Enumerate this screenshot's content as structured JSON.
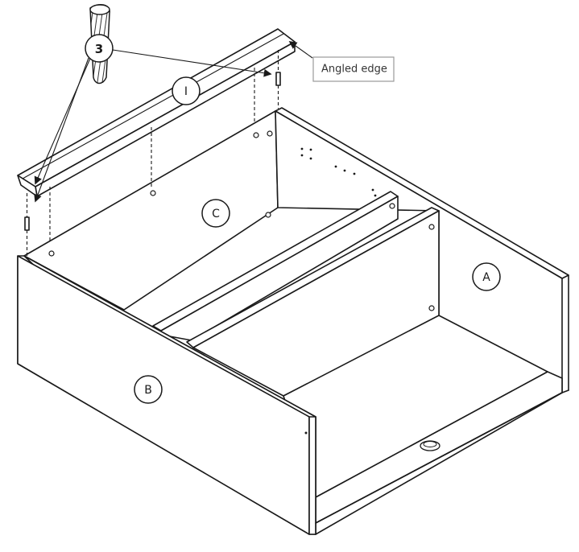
{
  "callouts": {
    "part_a": "A",
    "part_b": "B",
    "part_c": "C",
    "part_i": "I",
    "fastener_qty": "3"
  },
  "annotation": {
    "angled_edge": "Angled edge"
  }
}
